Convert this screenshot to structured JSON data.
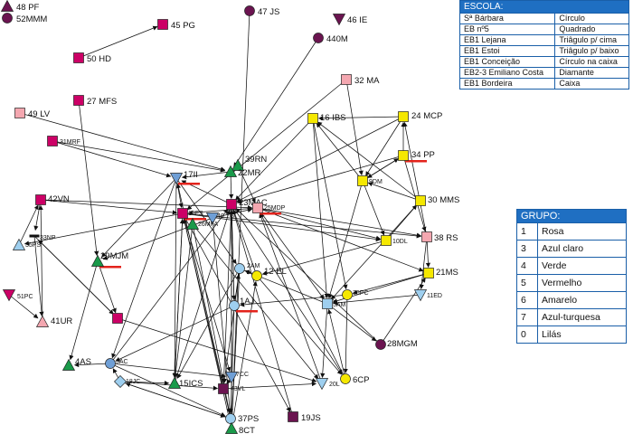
{
  "colors": {
    "rosa": "#f4a7b0",
    "azul_claro": "#9ecfef",
    "verde": "#1a9a4a",
    "vermelho": "#cc0066",
    "amarelo": "#f5e800",
    "azul_turquesa": "#6f9fd6",
    "lilas": "#6b1450",
    "edge": "#111111",
    "highlight": "#e3231c"
  },
  "nodes": [
    {
      "id": "48PF",
      "label": "48 PF",
      "shape": "tri-up",
      "color": "#6b1450"
    },
    {
      "id": "52MMM",
      "label": "52MMM",
      "shape": "circle",
      "color": "#6b1450"
    },
    {
      "id": "45PG",
      "label": "45 PG",
      "shape": "square",
      "color": "#cc0066"
    },
    {
      "id": "50HD",
      "label": "50 HD",
      "shape": "square",
      "color": "#cc0066"
    },
    {
      "id": "47JS",
      "label": "47 JS",
      "shape": "circle",
      "color": "#6b1450"
    },
    {
      "id": "46IE",
      "label": "46 IE",
      "shape": "tri-down",
      "color": "#6b1450"
    },
    {
      "id": "440M",
      "label": "440M",
      "shape": "circle",
      "color": "#6b1450"
    },
    {
      "id": "32MA",
      "label": "32 MA",
      "shape": "square",
      "color": "#f4a7b0"
    },
    {
      "id": "27MFS",
      "label": "27 MFS",
      "shape": "square",
      "color": "#cc0066"
    },
    {
      "id": "49LV",
      "label": "49 LV",
      "shape": "square",
      "color": "#f4a7b0"
    },
    {
      "id": "16IBS",
      "label": "16 IBS",
      "shape": "square",
      "color": "#f5e800"
    },
    {
      "id": "24MCP",
      "label": "24 MCP",
      "shape": "square",
      "color": "#f5e800"
    },
    {
      "id": "31MRF",
      "label": "31MRF",
      "shape": "square",
      "color": "#cc0066"
    },
    {
      "id": "34PP",
      "label": "34 PP",
      "shape": "square",
      "color": "#f5e800"
    },
    {
      "id": "39RN",
      "label": "39RN",
      "shape": "tri-up",
      "color": "#1a9a4a"
    },
    {
      "id": "22MR",
      "label": "22MR",
      "shape": "tri-up",
      "color": "#1a9a4a"
    },
    {
      "id": "17II",
      "label": "17II",
      "shape": "tri-down",
      "color": "#6f9fd6"
    },
    {
      "id": "9DM",
      "label": "9DM",
      "shape": "square",
      "color": "#f5e800"
    },
    {
      "id": "42VN",
      "label": "42VN",
      "shape": "square",
      "color": "#cc0066"
    },
    {
      "id": "23MAC",
      "label": "23MAC",
      "shape": "square",
      "color": "#cc0066"
    },
    {
      "id": "25MDP",
      "label": "25MDP",
      "shape": "square",
      "color": "#f4a7b0"
    },
    {
      "id": "30MMS",
      "label": "30 MMS",
      "shape": "square",
      "color": "#f5e800"
    },
    {
      "id": "13FS",
      "label": "13FS",
      "shape": "square",
      "color": "#cc0066"
    },
    {
      "id": "40TG",
      "label": "40 TG",
      "shape": "tri-down",
      "color": "#6f9fd6"
    },
    {
      "id": "26MFA",
      "label": "26MFA",
      "shape": "tri-up",
      "color": "#1a9a4a"
    },
    {
      "id": "33NP",
      "label": "33NP",
      "shape": "bar",
      "color": "#111111"
    },
    {
      "id": "35PS",
      "label": "35PS",
      "shape": "tri-up",
      "color": "#9ecfef"
    },
    {
      "id": "10DL",
      "label": "10DL",
      "shape": "square",
      "color": "#f5e800"
    },
    {
      "id": "38RS",
      "label": "38 RS",
      "shape": "square",
      "color": "#f4a7b0"
    },
    {
      "id": "29MJM",
      "label": "29MJM",
      "shape": "tri-up",
      "color": "#1a9a4a"
    },
    {
      "id": "2AM",
      "label": "2AM",
      "shape": "circle",
      "color": "#9ecfef"
    },
    {
      "id": "12EL",
      "label": "12 EL",
      "shape": "circle",
      "color": "#f5e800"
    },
    {
      "id": "21MS",
      "label": "21MS",
      "shape": "square",
      "color": "#f5e800"
    },
    {
      "id": "51PC",
      "label": "51PC",
      "shape": "tri-down",
      "color": "#cc0066"
    },
    {
      "id": "36PC",
      "label": "36PC",
      "shape": "circle",
      "color": "#f5e800"
    },
    {
      "id": "11ED",
      "label": "11ED",
      "shape": "tri-down",
      "color": "#9ecfef"
    },
    {
      "id": "1AJ",
      "label": "1AJ",
      "shape": "circle",
      "color": "#9ecfef"
    },
    {
      "id": "5AM",
      "label": "5AM",
      "shape": "square",
      "color": "#9ecfef"
    },
    {
      "id": "41UR",
      "label": "41UR",
      "shape": "tri-up",
      "color": "#f4a7b0"
    },
    {
      "id": "sq1",
      "label": "",
      "shape": "square",
      "color": "#cc0066"
    },
    {
      "id": "28MGM",
      "label": "28MGM",
      "shape": "circle",
      "color": "#6b1450"
    },
    {
      "id": "4AS",
      "label": "4AS",
      "shape": "tri-up",
      "color": "#1a9a4a"
    },
    {
      "id": "3AC",
      "label": "3AC",
      "shape": "circle",
      "color": "#6f9fd6"
    },
    {
      "id": "18JC",
      "label": "18JC",
      "shape": "diamond",
      "color": "#9ecfef"
    },
    {
      "id": "15ICS",
      "label": "15ICS",
      "shape": "tri-up",
      "color": "#1a9a4a"
    },
    {
      "id": "7CC",
      "label": "7CC",
      "shape": "tri-down",
      "color": "#6f9fd6"
    },
    {
      "id": "43VL",
      "label": "43VL",
      "shape": "square",
      "color": "#6b1450"
    },
    {
      "id": "20L",
      "label": "20L",
      "shape": "tri-down",
      "color": "#9ecfef"
    },
    {
      "id": "6CP",
      "label": "6CP",
      "shape": "circle",
      "color": "#f5e800"
    },
    {
      "id": "37PS",
      "label": "37PS",
      "shape": "circle",
      "color": "#9ecfef"
    },
    {
      "id": "8CT",
      "label": "8CT",
      "shape": "tri-up",
      "color": "#1a9a4a"
    },
    {
      "id": "19JS",
      "label": "19JS",
      "shape": "square",
      "color": "#6b1450"
    }
  ],
  "highlighted": [
    "17II",
    "13FS",
    "25MDP",
    "34PP",
    "29MJM",
    "1AJ"
  ],
  "edges": [
    [
      "50HD",
      "45PG"
    ],
    [
      "47JS",
      "8CT"
    ],
    [
      "440M",
      "22MR"
    ],
    [
      "32MA",
      "9DM"
    ],
    [
      "32MA",
      "13FS"
    ],
    [
      "27MFS",
      "29MJM"
    ],
    [
      "49LV",
      "22MR"
    ],
    [
      "16IBS",
      "23MAC"
    ],
    [
      "16IBS",
      "5AM"
    ],
    [
      "24MCP",
      "23MAC"
    ],
    [
      "24MCP",
      "9DM"
    ],
    [
      "24MCP",
      "16IBS"
    ],
    [
      "31MRF",
      "17II"
    ],
    [
      "31MRF",
      "22MR"
    ],
    [
      "34PP",
      "23MAC"
    ],
    [
      "34PP",
      "9DM"
    ],
    [
      "34PP",
      "24MCP"
    ],
    [
      "34PP",
      "38RS"
    ],
    [
      "39RN",
      "25MDP"
    ],
    [
      "22MR",
      "17II"
    ],
    [
      "17II",
      "13FS"
    ],
    [
      "17II",
      "15ICS"
    ],
    [
      "17II",
      "3AC"
    ],
    [
      "17II",
      "29MJM"
    ],
    [
      "17II",
      "2AM"
    ],
    [
      "9DM",
      "16IBS"
    ],
    [
      "9DM",
      "34PP"
    ],
    [
      "9DM",
      "5AM"
    ],
    [
      "42VN",
      "33NP"
    ],
    [
      "42VN",
      "13FS"
    ],
    [
      "42VN",
      "25MDP"
    ],
    [
      "23MAC",
      "17II"
    ],
    [
      "23MAC",
      "8CT"
    ],
    [
      "23MAC",
      "43VL"
    ],
    [
      "23MAC",
      "1AJ"
    ],
    [
      "25MDP",
      "38RS"
    ],
    [
      "25MDP",
      "10DL"
    ],
    [
      "25MDP",
      "21MS"
    ],
    [
      "25MDP",
      "13FS"
    ],
    [
      "30MMS",
      "9DM"
    ],
    [
      "30MMS",
      "5AM"
    ],
    [
      "30MMS",
      "16IBS"
    ],
    [
      "13FS",
      "35PS"
    ],
    [
      "13FS",
      "15ICS"
    ],
    [
      "13FS",
      "19JS"
    ],
    [
      "13FS",
      "7CC"
    ],
    [
      "40TG",
      "29MJM"
    ],
    [
      "40TG",
      "25MDP"
    ],
    [
      "26MFA",
      "37PS"
    ],
    [
      "26MFA",
      "20L"
    ],
    [
      "33NP",
      "41UR"
    ],
    [
      "33NP",
      "sq1"
    ],
    [
      "35PS",
      "42VN"
    ],
    [
      "10DL",
      "30MMS"
    ],
    [
      "10DL",
      "12EL"
    ],
    [
      "38RS",
      "21MS"
    ],
    [
      "38RS",
      "11ED"
    ],
    [
      "38RS",
      "24MCP"
    ],
    [
      "29MJM",
      "4AS"
    ],
    [
      "29MJM",
      "sq1"
    ],
    [
      "2AM",
      "12EL"
    ],
    [
      "2AM",
      "8CT"
    ],
    [
      "2AM",
      "43VL"
    ],
    [
      "12EL",
      "23MAC"
    ],
    [
      "12EL",
      "6CP"
    ],
    [
      "21MS",
      "36PC"
    ],
    [
      "21MS",
      "5AM"
    ],
    [
      "36PC",
      "6CP"
    ],
    [
      "36PC",
      "1AJ"
    ],
    [
      "11ED",
      "5AM"
    ],
    [
      "1AJ",
      "2AM"
    ],
    [
      "1AJ",
      "37PS"
    ],
    [
      "1AJ",
      "3AC"
    ],
    [
      "5AM",
      "2AM"
    ],
    [
      "5AM",
      "20L"
    ],
    [
      "5AM",
      "28MGM"
    ],
    [
      "41UR",
      "42VN"
    ],
    [
      "sq1",
      "20L"
    ],
    [
      "sq1",
      "33NP"
    ],
    [
      "3AC",
      "4AS"
    ],
    [
      "3AC",
      "37PS"
    ],
    [
      "3AC",
      "23MAC"
    ],
    [
      "18JC",
      "15ICS"
    ],
    [
      "18JC",
      "3AC"
    ],
    [
      "18JC",
      "37PS"
    ],
    [
      "15ICS",
      "13FS"
    ],
    [
      "15ICS",
      "23MAC"
    ],
    [
      "7CC",
      "23MAC"
    ],
    [
      "7CC",
      "43VL"
    ],
    [
      "43VL",
      "13FS"
    ],
    [
      "20L",
      "25MDP"
    ],
    [
      "6CP",
      "25MDP"
    ],
    [
      "6CP",
      "5AM"
    ],
    [
      "37PS",
      "17II"
    ],
    [
      "37PS",
      "18JC"
    ],
    [
      "8CT",
      "13FS"
    ],
    [
      "8CT",
      "12EL"
    ],
    [
      "19JS",
      "23MAC"
    ],
    [
      "28MGM",
      "21MS"
    ],
    [
      "28MGM",
      "23MAC"
    ],
    [
      "51PC",
      "41UR"
    ],
    [
      "13FS",
      "10DL"
    ],
    [
      "22MR",
      "23MAC"
    ],
    [
      "23MAC",
      "6CP"
    ],
    [
      "26MFA",
      "15ICS"
    ],
    [
      "40TG",
      "8CT"
    ],
    [
      "25MDP",
      "5AM"
    ],
    [
      "2AM",
      "15ICS"
    ],
    [
      "16IBS",
      "36PC"
    ],
    [
      "9DM",
      "10DL"
    ],
    [
      "3AC",
      "7CC"
    ],
    [
      "43VL",
      "20L"
    ],
    [
      "18JC",
      "43VL"
    ],
    [
      "13FS",
      "38RS"
    ],
    [
      "23MAC",
      "1AJ"
    ]
  ],
  "escola": {
    "title": "ESCOLA:",
    "rows": [
      [
        "Sª Bárbara",
        "Círculo"
      ],
      [
        "EB nº5",
        "Quadrado"
      ],
      [
        "EB1 Lejana",
        "Triâgulo p/ cima"
      ],
      [
        "EB1 Estoi",
        "Triâgulo p/ baixo"
      ],
      [
        "EB1 Conceição",
        "Círculo na caixa"
      ],
      [
        "EB2-3 Emiliano Costa",
        "Diamante"
      ],
      [
        "EB1 Bordeira",
        "Caixa"
      ]
    ]
  },
  "grupo": {
    "title": "GRUPO:",
    "rows": [
      [
        "1",
        "Rosa"
      ],
      [
        "3",
        "Azul claro"
      ],
      [
        "4",
        "Verde"
      ],
      [
        "5",
        "Vermelho"
      ],
      [
        "6",
        "Amarelo"
      ],
      [
        "7",
        "Azul-turquesa"
      ],
      [
        "0",
        "Lilás"
      ]
    ]
  }
}
